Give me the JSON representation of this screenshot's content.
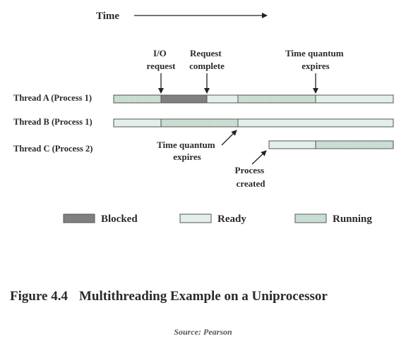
{
  "time_label": "Time",
  "annotations": {
    "io_request": [
      "I/O",
      "request"
    ],
    "request_complete": [
      "Request",
      "complete"
    ],
    "quantum_expires_top": [
      "Time quantum",
      "expires"
    ],
    "quantum_expires_mid": [
      "Time quantum",
      "expires"
    ],
    "process_created": [
      "Process",
      "created"
    ]
  },
  "threads": [
    {
      "label": "Thread A (Process 1)"
    },
    {
      "label": "Thread B (Process 1)"
    },
    {
      "label": "Thread C (Process 2)"
    }
  ],
  "legend": {
    "blocked": "Blocked",
    "ready": "Ready",
    "running": "Running"
  },
  "colors": {
    "blocked": "#808080",
    "ready": "#e3f0ea",
    "running": "#c9dfd4",
    "stroke": "#555555"
  },
  "caption": {
    "number": "Figure 4.4",
    "title": "Multithreading Example on a Uniprocessor"
  },
  "source": "Source: Pearson"
}
